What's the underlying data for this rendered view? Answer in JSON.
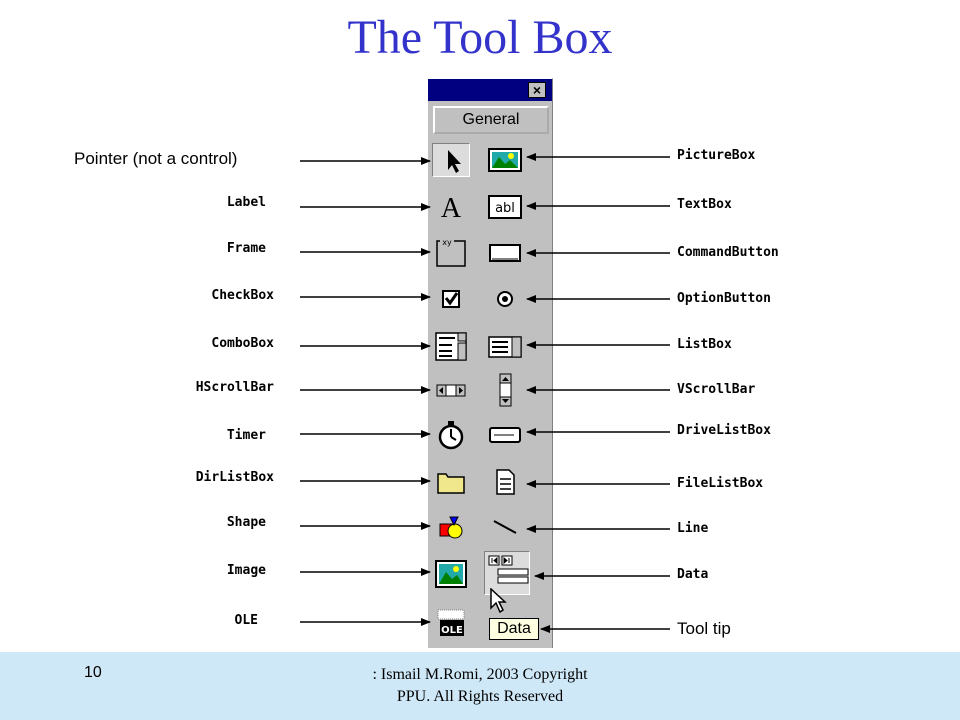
{
  "title": "The Tool Box",
  "toolbox": {
    "close_label": "×",
    "tab_label": "General",
    "tooltip": "Data"
  },
  "left_labels": [
    "Pointer (not a control)",
    "Label",
    "Frame",
    "CheckBox",
    "ComboBox",
    "HScrollBar",
    "Timer",
    "DirListBox",
    "Shape",
    "Image",
    "OLE"
  ],
  "right_labels": [
    "PictureBox",
    "TextBox",
    "CommandButton",
    "OptionButton",
    "ListBox",
    "VScrollBar",
    "DriveListBox",
    "FileListBox",
    "Line",
    "Data",
    "Tool tip"
  ],
  "icons": {
    "textbox_text": "abl",
    "frame_text": "xy",
    "ole_text": "OLE",
    "label_glyph": "A"
  },
  "footer": {
    "page_number": "10",
    "credit_line1": ": Ismail M.Romi, 2003 Copyright",
    "credit_line2": "PPU. All Rights Reserved"
  }
}
